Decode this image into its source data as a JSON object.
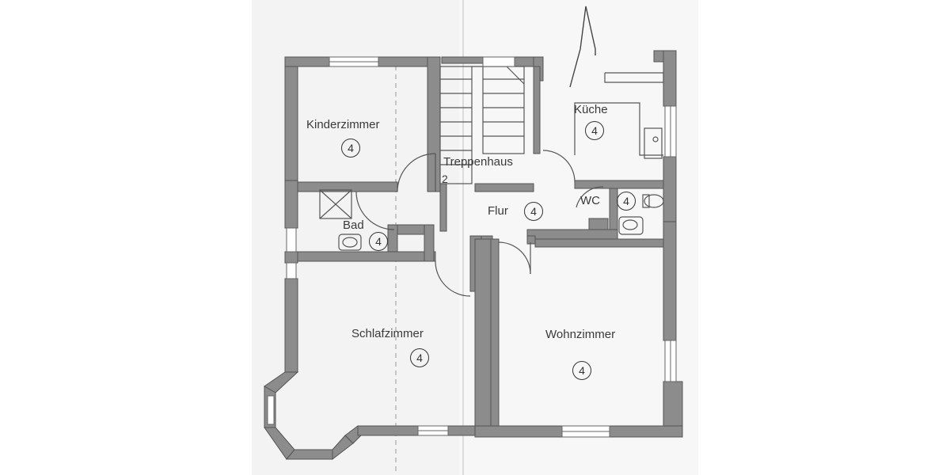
{
  "rooms": {
    "kinderzimmer": {
      "name": "Kinderzimmer",
      "number": "4"
    },
    "kueche": {
      "name": "Küche",
      "number": "4"
    },
    "treppenhaus": {
      "name": "Treppenhaus",
      "number": "2"
    },
    "flur": {
      "name": "Flur",
      "number": "4"
    },
    "wc": {
      "name": "WC",
      "number": "4"
    },
    "bad": {
      "name": "Bad",
      "number": "4"
    },
    "schlafzimmer": {
      "name": "Schlafzimmer",
      "number": "4"
    },
    "wohnzimmer": {
      "name": "Wohnzimmer",
      "number": "4"
    }
  },
  "colors": {
    "wall": "#8a8a8a",
    "wall_outline": "#555555",
    "paper": "#f4f4f4",
    "background": "#ffffff",
    "text": "#3a3a3a"
  }
}
